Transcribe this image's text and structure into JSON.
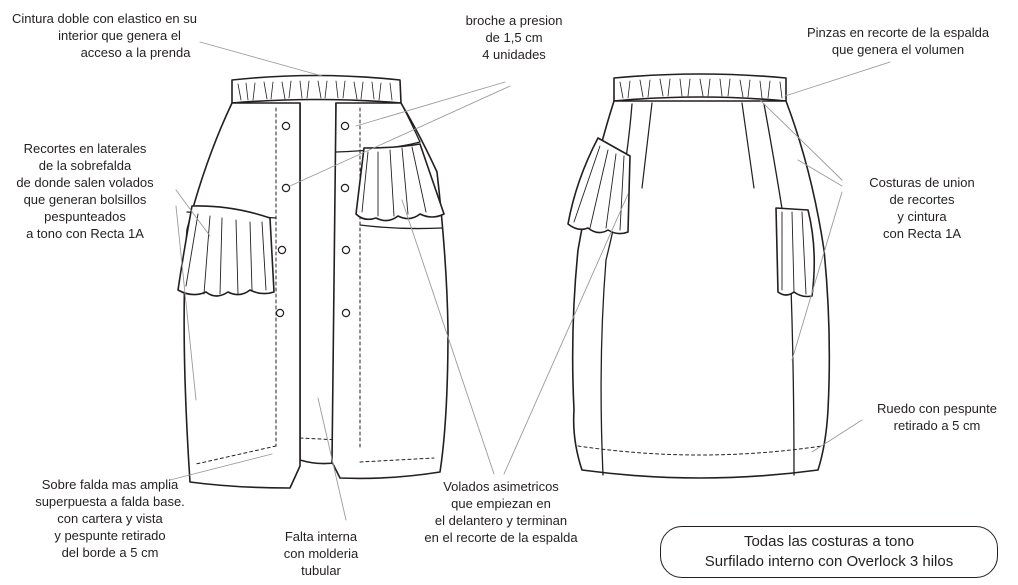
{
  "annotations": {
    "waistband": [
      "Cintura doble con elastico en su",
      "interior que genera el",
      "acceso a la prenda"
    ],
    "snaps": [
      "broche a presion",
      "de 1,5 cm",
      "4 unidades"
    ],
    "back_darts": [
      "Pinzas en recorte de la espalda",
      "que genera el volumen"
    ],
    "side_panels": [
      "Recortes en laterales",
      "de la sobrefalda",
      "de donde salen volados",
      "que generan bolsillos",
      "pespunteados",
      "a tono con Recta 1A"
    ],
    "seams": [
      "Costuras de union",
      "de recortes",
      "y cintura",
      "con Recta 1A"
    ],
    "hem": [
      "Ruedo con pespunte",
      "retirado a 5 cm"
    ],
    "overskirt": [
      "Sobre falda mas amplia",
      "superpuesta a falda base.",
      "con cartera y vista",
      "y pespunte retirado",
      "del borde a 5 cm"
    ],
    "inner_skirt": [
      "Falta interna",
      "con molderia",
      "tubular"
    ],
    "ruffles": [
      "Volados asimetricos",
      "que empiezan en",
      "el delantero y terminan",
      "en el recorte de la espalda"
    ]
  },
  "note": [
    "Todas las costuras a tono",
    "Surfilado interno con Overlock 3 hilos"
  ],
  "colors": {
    "line": "#231f20",
    "background": "#ffffff"
  }
}
